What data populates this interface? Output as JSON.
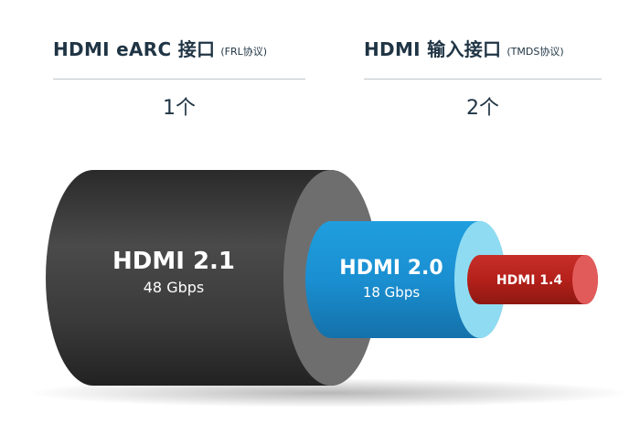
{
  "headers": [
    {
      "title": "HDMI eARC 接口",
      "protocol": "(FRL协议)",
      "count": "1个"
    },
    {
      "title": "HDMI 输入接口",
      "protocol": "(TMDS协议)",
      "count": "2个"
    }
  ],
  "cables": [
    {
      "name": "HDMI 2.1",
      "speed": "48 Gbps",
      "body_color": "#3b3b3b",
      "face_color": "#6e6e6e"
    },
    {
      "name": "HDMI 2.0",
      "speed": "18 Gbps",
      "body_color": "#1a8fd1",
      "face_color": "#8fdcf2"
    },
    {
      "name": "HDMI 1.4",
      "speed": "",
      "body_color": "#b5201a",
      "face_color": "#e25b5b"
    }
  ],
  "colors": {
    "heading_text": "#1f3444",
    "rule": "#bfc5c9"
  }
}
